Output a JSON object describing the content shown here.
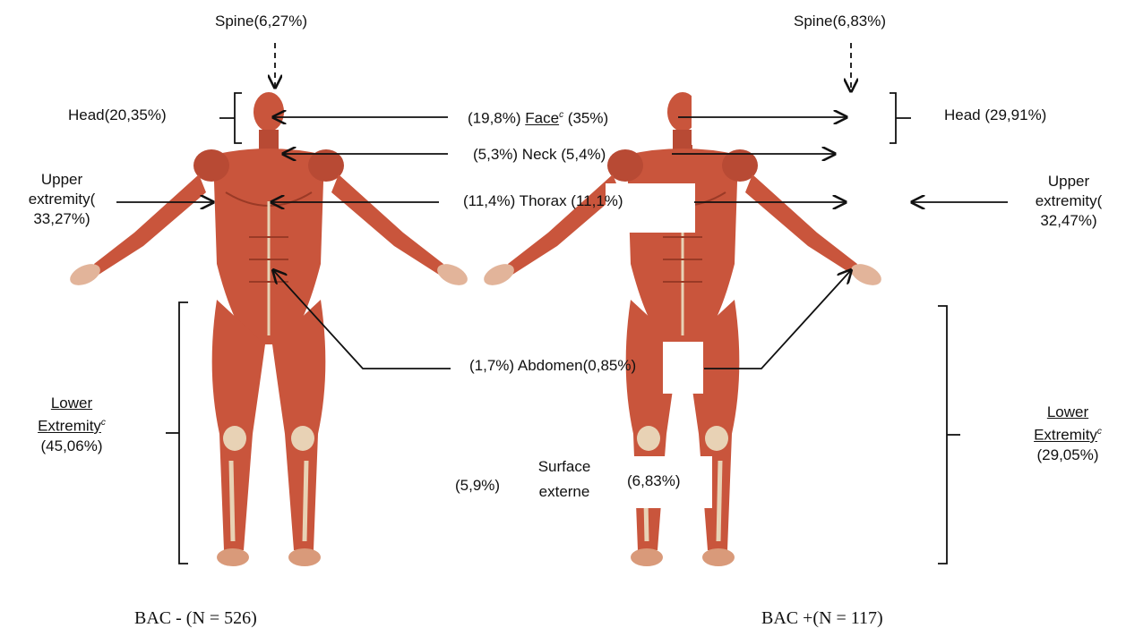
{
  "colors": {
    "muscle": "#c9553c",
    "muscle_dark": "#9a3a26",
    "tendon": "#e8d2b5",
    "ink": "#111111"
  },
  "left": {
    "spine": "Spine(6,27%)",
    "head": "Head(20,35%)",
    "upper_1": "Upper",
    "upper_2": "extremity(",
    "upper_3": "33,27%)",
    "lower_1": "Lower",
    "lower_2": "Extremity",
    "lower_sup": "c",
    "lower_3": "(45,06%)",
    "caption": "BAC -  (N = 526)"
  },
  "right": {
    "spine": "Spine(6,83%)",
    "head": "Head (29,91%)",
    "upper_1": "Upper",
    "upper_2": "extremity(",
    "upper_3": "32,47%)",
    "lower_1": "Lower",
    "lower_2": "Extremity",
    "lower_sup": "c",
    "lower_3": "(29,05%)",
    "caption": "BAC +(N = 117)"
  },
  "center": {
    "face_left": "(19,8%)",
    "face_label": "Face",
    "face_sup": "c",
    "face_right": "(35%)",
    "neck": "(5,3%)  Neck (5,4%)",
    "thorax": "(11,4%)  Thorax  (11,1%)",
    "abdomen": "(1,7%)  Abdomen(0,85%)",
    "surface_left": "(5,9%)",
    "surface_1": "Surface",
    "surface_2": "externe",
    "surface_right": "(6,83%)"
  }
}
